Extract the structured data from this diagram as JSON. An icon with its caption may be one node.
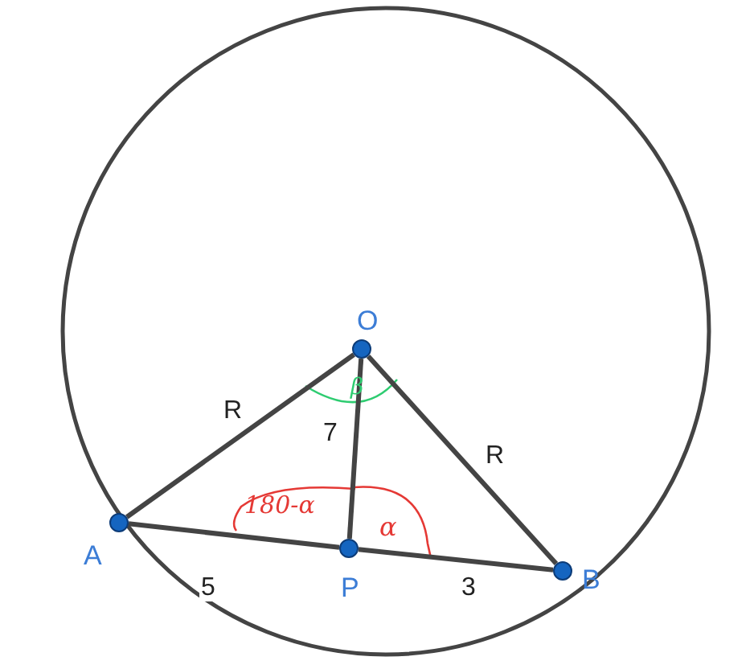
{
  "diagram": {
    "nodes": [
      {
        "text": [
          "O"
        ]
      },
      {
        "text": [
          "A"
        ]
      },
      {
        "text": [
          "P"
        ]
      },
      {
        "text": [
          "B"
        ]
      }
    ],
    "edges": [
      {
        "from": 0,
        "to": 1,
        "arrow": "none",
        "label": "R"
      },
      {
        "from": 0,
        "to": 2,
        "arrow": "none",
        "label": "7"
      },
      {
        "from": 0,
        "to": 3,
        "arrow": "none",
        "label": "R"
      },
      {
        "from": 1,
        "to": 2,
        "arrow": "none",
        "label": "5"
      },
      {
        "from": 2,
        "to": 3,
        "arrow": "none",
        "label": "3"
      }
    ],
    "labels": [
      "β",
      "180-α",
      "α"
    ]
  }
}
